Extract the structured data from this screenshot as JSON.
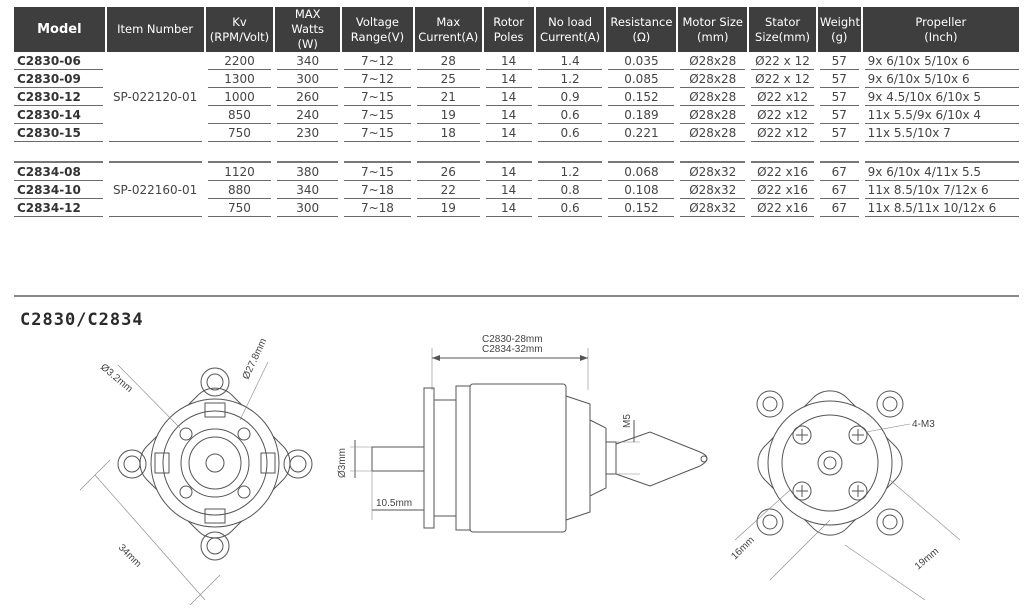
{
  "table": {
    "headers": [
      [
        "Model"
      ],
      [
        "Item Number"
      ],
      [
        "Kv",
        "(RPM/Volt)"
      ],
      [
        "MAX Watts",
        "(W)"
      ],
      [
        "Voltage",
        "Range(V)"
      ],
      [
        "Max",
        "Current(A)"
      ],
      [
        "Rotor",
        "Poles"
      ],
      [
        "No load",
        "Current(A)"
      ],
      [
        "Resistance",
        "(Ω)"
      ],
      [
        "Motor Size",
        "(mm)"
      ],
      [
        "Stator",
        "Size(mm)"
      ],
      [
        "Weight",
        "(g)"
      ],
      [
        "Propeller",
        "(Inch)"
      ]
    ],
    "groups": [
      {
        "item_number": "SP-022120-01",
        "rows": [
          [
            "C2830-06",
            "2200",
            "340",
            "7~12",
            "28",
            "14",
            "1.4",
            "0.035",
            "Ø28x28",
            "Ø22 x 12",
            "57",
            "9x 6/10x 5/10x 6"
          ],
          [
            "C2830-09",
            "1300",
            "300",
            "7~12",
            "25",
            "14",
            "1.2",
            "0.085",
            "Ø28x28",
            "Ø22 x 12",
            "57",
            "9x 6/10x 5/10x 6"
          ],
          [
            "C2830-12",
            "1000",
            "260",
            "7~15",
            "21",
            "14",
            "0.9",
            "0.152",
            "Ø28x28",
            "Ø22 x12",
            "57",
            "9x 4.5/10x 6/10x 5"
          ],
          [
            "C2830-14",
            "850",
            "240",
            "7~15",
            "19",
            "14",
            "0.6",
            "0.189",
            "Ø28x28",
            "Ø22 x12",
            "57",
            "11x 5.5/9x 6/10x 4"
          ],
          [
            "C2830-15",
            "750",
            "230",
            "7~15",
            "18",
            "14",
            "0.6",
            "0.221",
            "Ø28x28",
            "Ø22 x12",
            "57",
            "11x 5.5/10x 7"
          ]
        ]
      },
      {
        "item_number": "SP-022160-01",
        "rows": [
          [
            "C2834-08",
            "1120",
            "380",
            "7~15",
            "26",
            "14",
            "1.2",
            "0.068",
            "Ø28x32",
            "Ø22 x16",
            "67",
            "9x 6/10x 4/11x 5.5"
          ],
          [
            "C2834-10",
            "880",
            "340",
            "7~18",
            "22",
            "14",
            "0.8",
            "0.108",
            "Ø28x32",
            "Ø22 x16",
            "67",
            "11x 8.5/10x 7/12x 6"
          ],
          [
            "C2834-12",
            "750",
            "300",
            "7~18",
            "19",
            "14",
            "0.6",
            "0.152",
            "Ø28x32",
            "Ø22 x16",
            "67",
            "11x 8.5/11x 10/12x 6"
          ]
        ]
      }
    ]
  },
  "drawing": {
    "title": "C2830/C2834",
    "front": {
      "hole_dia": "Ø3.2mm",
      "pcd": "Ø27.8mm",
      "span": "34mm"
    },
    "side": {
      "len_2830": "C2830-28mm",
      "len_2834": "C2834-32mm",
      "shaft": "Ø3mm",
      "nut": "M5",
      "shaft_len": "10.5mm"
    },
    "rear": {
      "screws": "4-M3",
      "dim_a": "16mm",
      "dim_b": "19mm"
    }
  }
}
